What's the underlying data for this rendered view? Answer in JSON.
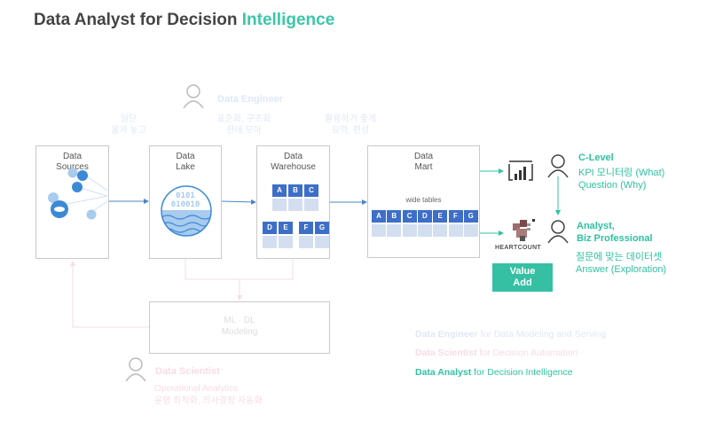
{
  "title": {
    "main": "Data Analyst for Decision",
    "accent": "Intelligence"
  },
  "colors": {
    "accent": "#3cc6a8",
    "cell": "#3d6fc8",
    "cell_empty": "#d3dff0",
    "arrow_blue": "#4a86c6",
    "arrow_teal": "#2fc2a1",
    "faint_blue": "#dfe8f6",
    "faint_pink": "#f8dce6"
  },
  "roles": {
    "engineer": {
      "name": "Data Engineer"
    },
    "scientist": {
      "name": "Data Scientist",
      "line1": "Operational Analytics",
      "line2": "운영 최적화, 의사결정 자동화"
    },
    "clevel": {
      "name": "C-Level",
      "line1": "KPI 모니터링 (What)",
      "line2": "Question (Why)"
    },
    "analyst": {
      "name1": "Analyst,",
      "name2": "Biz Professional",
      "line1": "질문에 맞는 데이터셋",
      "line2": "Answer (Exploration)"
    }
  },
  "notes": {
    "n1": {
      "l1": "일단",
      "l2": "옮겨 놓고"
    },
    "n2": {
      "l1": "표준화, 구조화",
      "l2": "한데 모아"
    },
    "n3": {
      "l1": "활용하기 좋게",
      "l2": "요약, 편성"
    }
  },
  "boxes": {
    "sources": {
      "l1": "Data",
      "l2": "Sources"
    },
    "lake": {
      "l1": "Data",
      "l2": "Lake",
      "bits1": "0101",
      "bits2": "010010"
    },
    "warehouse": {
      "l1": "Data",
      "l2": "Warehouse",
      "cells_top": [
        "A",
        "B",
        "C"
      ],
      "cells_left": [
        "D",
        "E"
      ],
      "cells_right": [
        "F",
        "G"
      ]
    },
    "mart": {
      "l1": "Data",
      "l2": "Mart",
      "sub": "wide tables",
      "cells": [
        "A",
        "B",
        "C",
        "D",
        "E",
        "F",
        "G"
      ]
    },
    "ml": {
      "l1": "ML · DL",
      "l2": "Modeling"
    }
  },
  "heartcount": {
    "label": "HEARTCOUNT"
  },
  "value_add": {
    "l1": "Value",
    "l2": "Add"
  },
  "legend": [
    {
      "bold": "Data Engineer",
      "rest": " for Data Modeling and Serving"
    },
    {
      "bold": "Data Scientist",
      "rest": " for Decision Automation"
    },
    {
      "bold": "Data Analyst",
      "rest": " for Decision Intelligence"
    }
  ]
}
